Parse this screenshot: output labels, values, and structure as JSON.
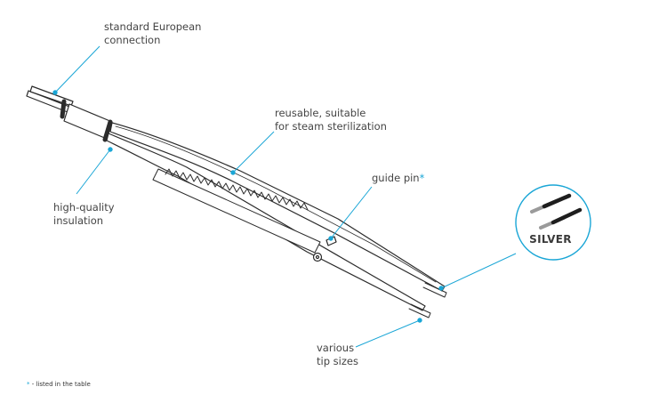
{
  "callouts": {
    "connection": [
      "standard European",
      "connection"
    ],
    "reusable": [
      "reusable, suitable",
      "for steam sterilization"
    ],
    "guide_pin": "guide pin",
    "guide_pin_mark": "*",
    "insulation": [
      "high-quality",
      "insulation"
    ],
    "tip_sizes": [
      "various",
      "tip sizes"
    ]
  },
  "inset": {
    "label": "SILVER"
  },
  "footnote": {
    "mark": "*",
    "text": " - listed in the table"
  },
  "colors": {
    "accent": "#1aa6d6",
    "outline": "#2b2b2b",
    "text": "#444444"
  }
}
